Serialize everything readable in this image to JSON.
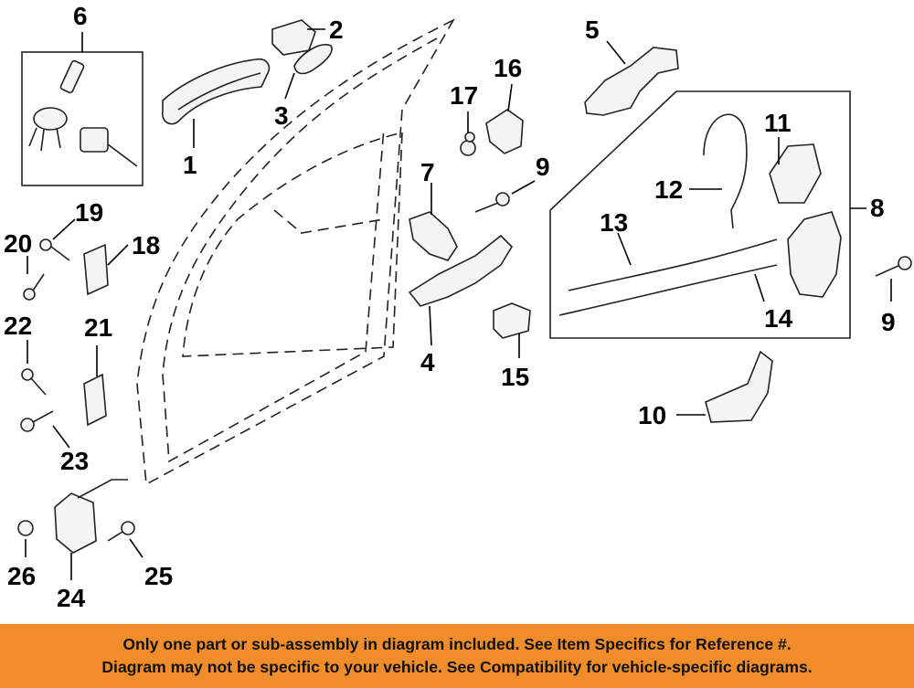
{
  "diagram": {
    "callouts": [
      {
        "id": "1",
        "label": "1"
      },
      {
        "id": "2",
        "label": "2"
      },
      {
        "id": "3",
        "label": "3"
      },
      {
        "id": "4",
        "label": "4"
      },
      {
        "id": "5",
        "label": "5"
      },
      {
        "id": "6",
        "label": "6"
      },
      {
        "id": "7",
        "label": "7"
      },
      {
        "id": "8",
        "label": "8"
      },
      {
        "id": "9a",
        "label": "9"
      },
      {
        "id": "9b",
        "label": "9"
      },
      {
        "id": "10",
        "label": "10"
      },
      {
        "id": "11",
        "label": "11"
      },
      {
        "id": "12",
        "label": "12"
      },
      {
        "id": "13",
        "label": "13"
      },
      {
        "id": "14",
        "label": "14"
      },
      {
        "id": "15",
        "label": "15"
      },
      {
        "id": "16",
        "label": "16"
      },
      {
        "id": "17",
        "label": "17"
      },
      {
        "id": "18",
        "label": "18"
      },
      {
        "id": "19",
        "label": "19"
      },
      {
        "id": "20",
        "label": "20"
      },
      {
        "id": "21",
        "label": "21"
      },
      {
        "id": "22",
        "label": "22"
      },
      {
        "id": "23",
        "label": "23"
      },
      {
        "id": "24",
        "label": "24"
      },
      {
        "id": "25",
        "label": "25"
      },
      {
        "id": "26",
        "label": "26"
      }
    ]
  },
  "banner": {
    "line1": "Only one part or sub-assembly in diagram included. See Item Specifics for Reference #.",
    "line2": "Diagram may not be specific to your vehicle. See Compatibility for vehicle-specific diagrams."
  },
  "colors": {
    "banner_bg": "#f08c2a",
    "line": "#222222",
    "background": "#ffffff"
  }
}
